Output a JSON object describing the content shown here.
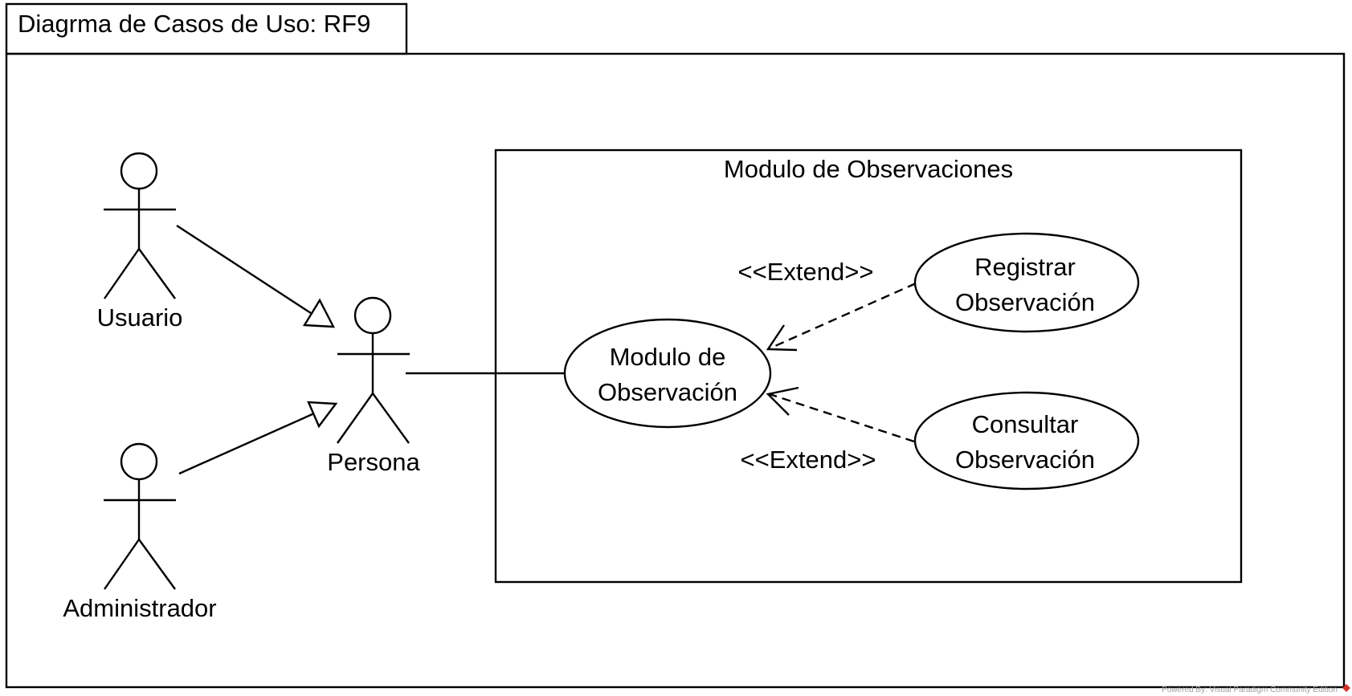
{
  "frame": {
    "title": "Diagrma de Casos de Uso: RF9"
  },
  "system_boundary": {
    "title": "Modulo de Observaciones"
  },
  "actors": {
    "usuario": "Usuario",
    "administrador": "Administrador",
    "persona": "Persona"
  },
  "use_cases": {
    "modulo": [
      "Modulo de",
      "Observación"
    ],
    "registrar": [
      "Registrar",
      "Observación"
    ],
    "consultar": [
      "Consultar",
      "Observación"
    ]
  },
  "relations": {
    "extend_top": "<<Extend>>",
    "extend_bottom": "<<Extend>>"
  },
  "watermark": "Powered By: Visual Paradigm Community Edition"
}
